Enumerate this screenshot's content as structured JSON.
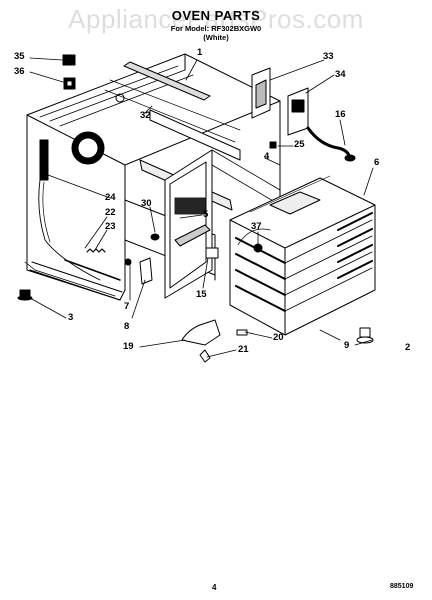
{
  "watermark": "AppliancePartsPros.com",
  "title": "OVEN PARTS",
  "subtitle_model": "For Model: RF302BXGW0",
  "subtitle_color": "(White)",
  "page_number": "4",
  "ref_code": "885109",
  "callouts": {
    "c1": "1",
    "c2": "2",
    "c3": "3",
    "c4": "4",
    "c5": "5",
    "c6": "6",
    "c7": "7",
    "c8": "8",
    "c9": "9",
    "c15": "15",
    "c16": "16",
    "c19": "19",
    "c20": "20",
    "c21": "21",
    "c22": "22",
    "c23": "23",
    "c24": "24",
    "c25": "25",
    "c30": "30",
    "c32": "32",
    "c33": "33",
    "c34": "34",
    "c35": "35",
    "c36": "36",
    "c37": "37"
  }
}
